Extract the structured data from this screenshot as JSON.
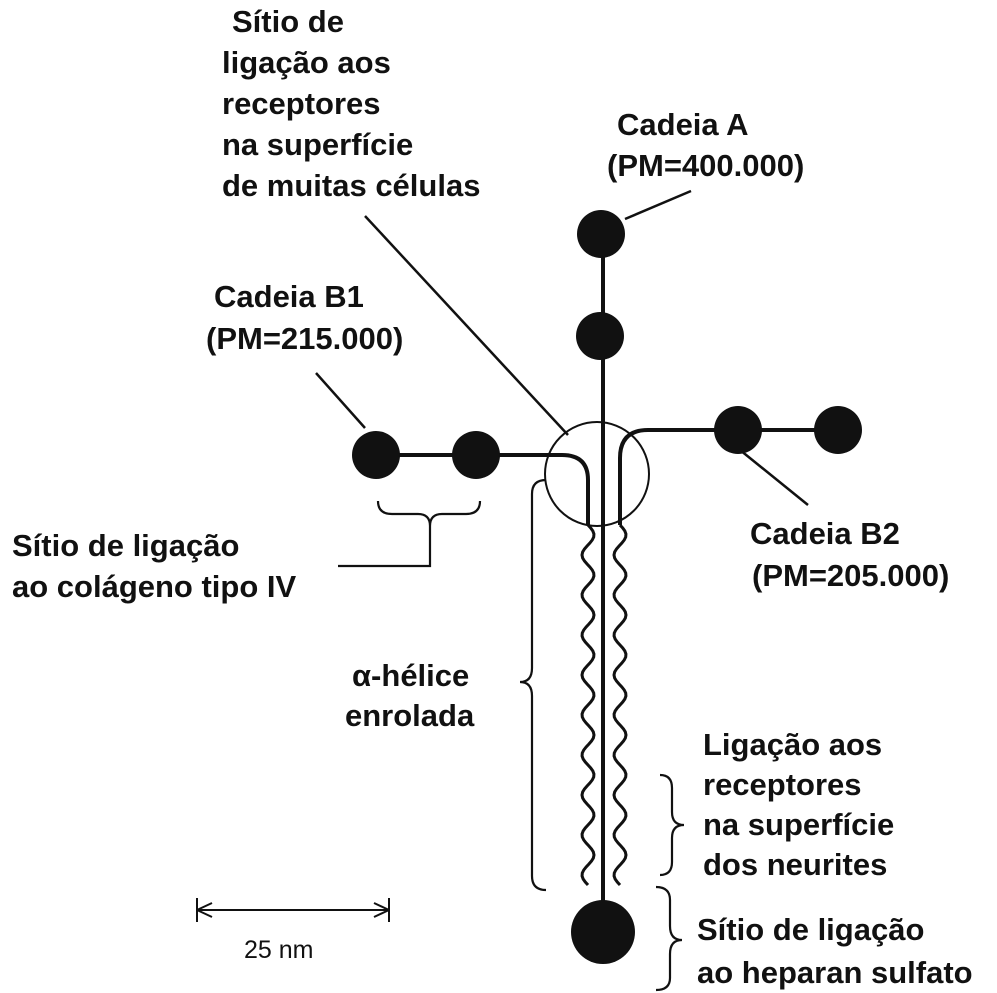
{
  "labels": {
    "binding_site_receptors": [
      "Sítio de",
      "ligação aos",
      "receptores",
      "na superfície",
      "de muitas células"
    ],
    "chain_a": [
      "Cadeia A",
      "(PM=400.000)"
    ],
    "chain_b1": [
      "Cadeia B1",
      "(PM=215.000)"
    ],
    "chain_b2": [
      "Cadeia B2",
      "(PM=205.000)"
    ],
    "collagen_site": [
      "Sítio de ligação",
      "ao colágeno tipo IV"
    ],
    "alpha_helix": [
      "α-hélice",
      "enrolada"
    ],
    "neurite_receptors": [
      "Ligação aos",
      "receptores",
      "na superfície",
      "dos neurites"
    ],
    "heparan_site": [
      "Sítio de ligação",
      "ao heparan sulfato"
    ]
  },
  "scale_bar": {
    "label": "25 nm"
  },
  "colors": {
    "ink": "#111111",
    "background": "#ffffff"
  }
}
